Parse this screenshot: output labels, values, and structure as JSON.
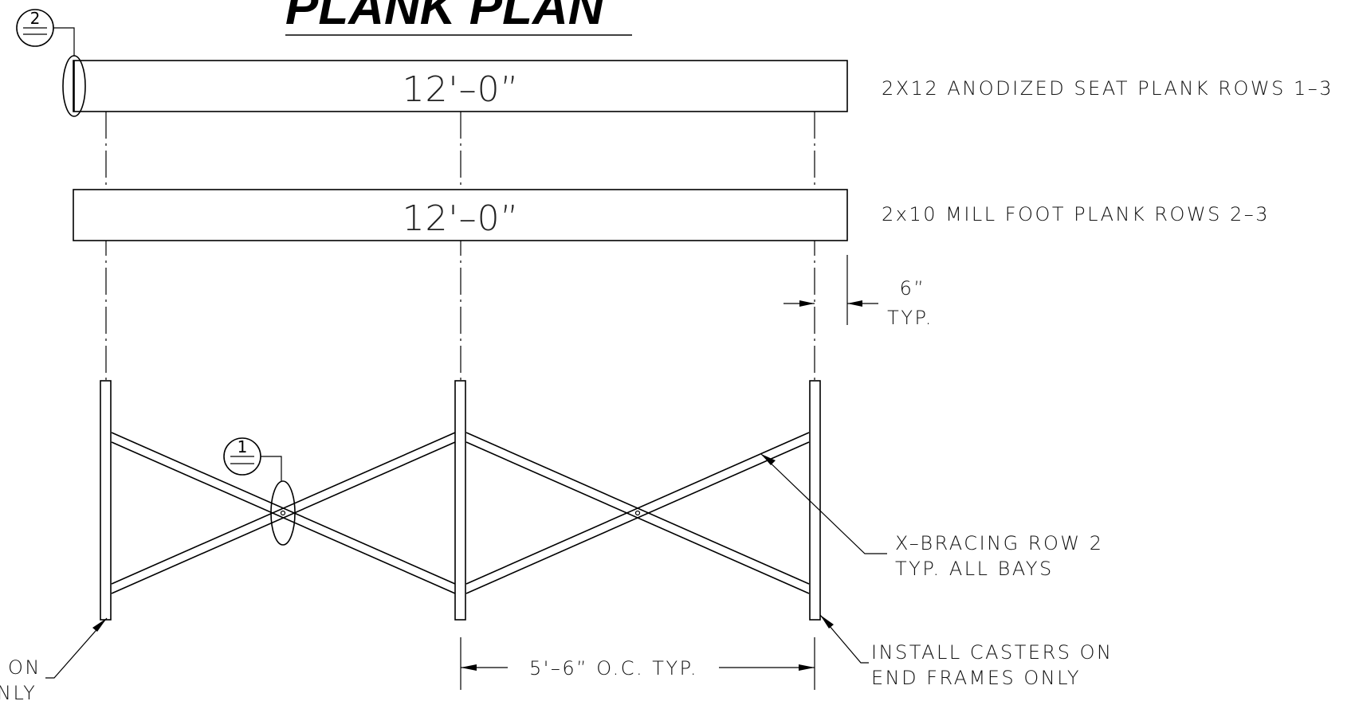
{
  "title": "PLANK PLAN",
  "planks": [
    {
      "length_label": "12'–0”",
      "description": "2X12 ANODIZED SEAT PLANK ROWS 1–3"
    },
    {
      "length_label": "12'–0”",
      "description": "2x10 MILL FOOT PLANK ROWS 2–3"
    }
  ],
  "offset_dimension": {
    "value": "6”",
    "qualifier": "TYP."
  },
  "bay_spacing": "5'–6” O.C. TYP.",
  "bracing_note": {
    "line1": "X–BRACING ROW 2",
    "line2": "TYP. ALL BAYS"
  },
  "casters_note_right": {
    "line1": "INSTALL CASTERS ON",
    "line2": "END FRAMES ONLY"
  },
  "casters_note_left_fragment": {
    "line1": "ON",
    "line2": "NLY"
  },
  "detail_tags": [
    {
      "number": "2"
    },
    {
      "number": "1"
    }
  ]
}
